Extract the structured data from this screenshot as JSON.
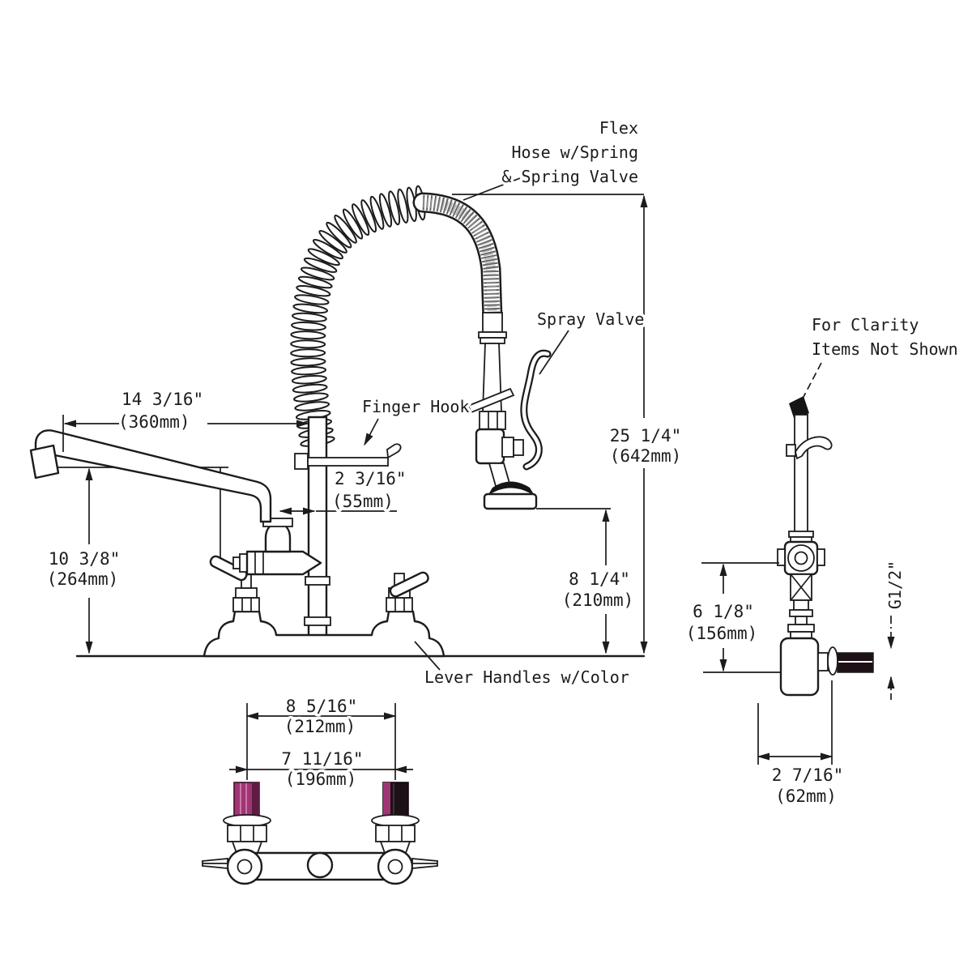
{
  "colors": {
    "line": "#1c1c1c",
    "background": "#ffffff",
    "inlet_purple": "#a03575",
    "inlet_purple_dark": "#5e1c44",
    "inlet_black": "#1d1016",
    "solid_black": "#151515"
  },
  "labels": {
    "flex_hose_line1": "Flex",
    "flex_hose_line2": "Hose w/Spring",
    "flex_hose_line3": "& Spring Valve",
    "spray_valve": "Spray Valve",
    "finger_hook": "Finger Hook",
    "lever_handles": "Lever Handles w/Color",
    "clarity_line1": "For Clarity",
    "clarity_line2": "Items Not Shown",
    "thread_size": "G1/2\""
  },
  "dimensions": {
    "spout_reach_in": "14  3/16\"",
    "spout_reach_mm": "(360mm)",
    "hook_offset_in": "2  3/16\"",
    "hook_offset_mm": "(55mm)",
    "overall_height_in": "25 1/4\"",
    "overall_height_mm": "(642mm)",
    "spout_height_in": "10 3/8\"",
    "spout_height_mm": "(264mm)",
    "valve_height_in": "8 1/4\"",
    "valve_height_mm": "(210mm)",
    "bracket_width_in": "8 5/16\"",
    "bracket_width_mm": "(212mm)",
    "faucet_centers_in": "7 11/16\"",
    "faucet_centers_mm": "(196mm)",
    "side_height_in": "6 1/8\"",
    "side_height_mm": "(156mm)",
    "wall_offset_in": "2  7/16\"",
    "wall_offset_mm": "(62mm)"
  }
}
